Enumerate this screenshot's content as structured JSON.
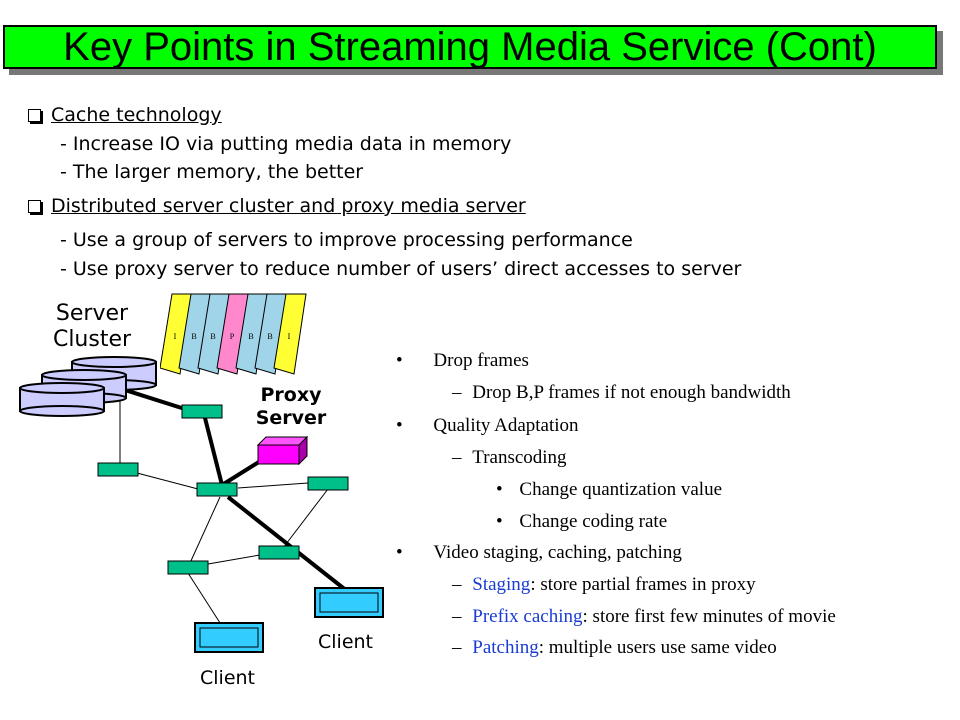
{
  "title": "Key Points in Streaming Media Service (Cont)",
  "bullets": [
    {
      "heading": "Cache technology",
      "items": [
        "- Increase IO via putting media data in memory",
        "- The larger memory, the better"
      ]
    },
    {
      "heading": "Distributed server cluster and proxy media server",
      "items": [
        "- Use a group of servers to improve processing performance",
        "- Use proxy server to reduce number of users’ direct accesses to server"
      ]
    }
  ],
  "diagram": {
    "server_cluster_line1": "Server",
    "server_cluster_line2": "Cluster",
    "proxy_line1": "Proxy",
    "proxy_line2": "Server",
    "client_right": "Client",
    "client_bottom": "Client",
    "frames": [
      "I",
      "B",
      "B",
      "P",
      "B",
      "B",
      "I"
    ],
    "frame_colors": [
      "#ffff33",
      "#a0d4e8",
      "#a0d4e8",
      "#ff88cc",
      "#a0d4e8",
      "#a0d4e8",
      "#ffff33"
    ]
  },
  "right_list": {
    "drop_frames": "Drop frames",
    "drop_frames_sub": "Drop B,P frames if not enough bandwidth",
    "quality": "Quality Adaptation",
    "transcoding": "Transcoding",
    "quant": "Change quantization value",
    "coding_rate": "Change coding rate",
    "video": "Video staging, caching, patching",
    "staging_term": "Staging",
    "staging_rest": ": store partial frames in proxy",
    "prefix_term": "Prefix caching",
    "prefix_rest": ": store first few minutes of movie",
    "patching_term": "Patching",
    "patching_rest": ": multiple users use same video"
  },
  "colors": {
    "title_bg": "#00ff00",
    "router": "#00c08a",
    "proxy": "#ff00ff",
    "client": "#33ccff",
    "server_disk": "#ccccff",
    "term_blue": "#1a3bd1"
  }
}
